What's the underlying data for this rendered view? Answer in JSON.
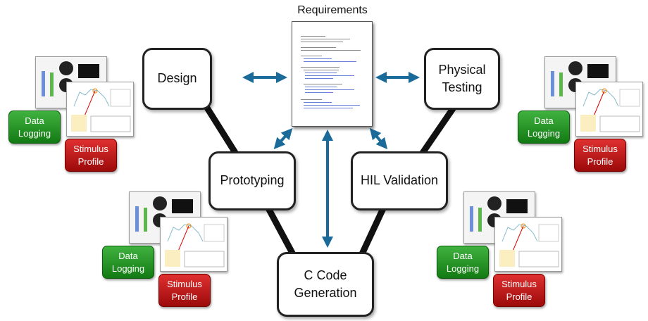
{
  "requirements": {
    "label": "Requirements"
  },
  "nodes": {
    "design": "Design",
    "physical_testing": "Physical\nTesting",
    "prototyping": "Prototyping",
    "hil_validation": "HIL Validation",
    "c_code": "C Code\nGeneration"
  },
  "clusters": [
    {
      "data_logging": "Data\nLogging",
      "stimulus_profile": "Stimulus\nProfile"
    },
    {
      "data_logging": "Data\nLogging",
      "stimulus_profile": "Stimulus\nProfile"
    },
    {
      "data_logging": "Data\nLogging",
      "stimulus_profile": "Stimulus\nProfile"
    },
    {
      "data_logging": "Data\nLogging",
      "stimulus_profile": "Stimulus\nProfile"
    }
  ],
  "colors": {
    "arrow": "#1a6a9a",
    "connector": "#111111",
    "data_logging": "#1f8f1f",
    "stimulus_profile": "#c01818"
  }
}
